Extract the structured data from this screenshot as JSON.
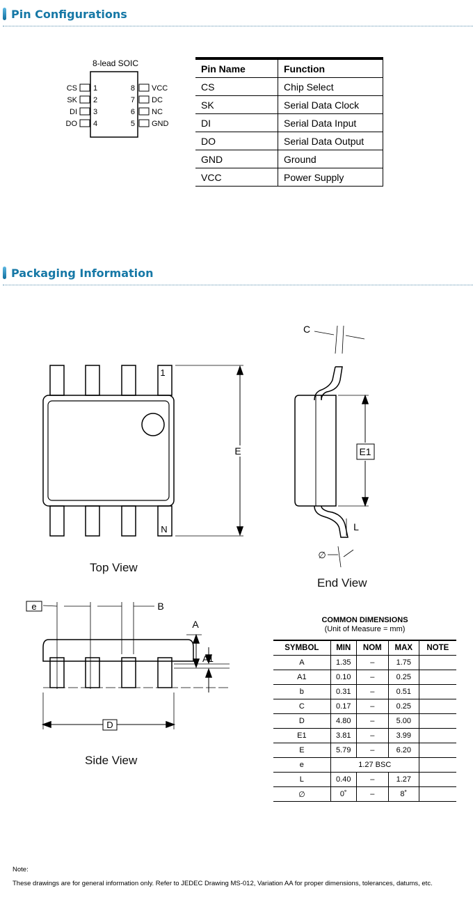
{
  "sections": {
    "pin_config": "Pin Configurations",
    "packaging": "Packaging Information"
  },
  "pinout": {
    "package": "8-lead SOIC",
    "left": [
      {
        "name": "CS",
        "num": "1"
      },
      {
        "name": "SK",
        "num": "2"
      },
      {
        "name": "DI",
        "num": "3"
      },
      {
        "name": "DO",
        "num": "4"
      }
    ],
    "right": [
      {
        "name": "VCC",
        "num": "8"
      },
      {
        "name": "DC",
        "num": "7"
      },
      {
        "name": "NC",
        "num": "6"
      },
      {
        "name": "GND",
        "num": "5"
      }
    ]
  },
  "pin_table": {
    "headers": [
      "Pin Name",
      "Function"
    ],
    "rows": [
      [
        "CS",
        "Chip Select"
      ],
      [
        "SK",
        "Serial Data Clock"
      ],
      [
        "DI",
        "Serial Data Input"
      ],
      [
        "DO",
        "Serial Data Output"
      ],
      [
        "GND",
        "Ground"
      ],
      [
        "VCC",
        "Power Supply"
      ]
    ]
  },
  "drawing": {
    "top_view": "Top View",
    "end_view": "End View",
    "side_view": "Side View",
    "labels": {
      "pin1": "1",
      "pinN": "N",
      "E": "E",
      "E1": "E1",
      "C": "C",
      "L": "L",
      "phi": "∅",
      "e": "e",
      "B": "B",
      "A": "A",
      "A1": "A1",
      "D": "D"
    }
  },
  "dims": {
    "title": "COMMON DIMENSIONS",
    "subtitle": "(Unit of Measure = mm)",
    "headers": [
      "SYMBOL",
      "MIN",
      "NOM",
      "MAX",
      "NOTE"
    ],
    "rows": [
      [
        "A",
        "1.35",
        "–",
        "1.75",
        ""
      ],
      [
        "A1",
        "0.10",
        "–",
        "0.25",
        ""
      ],
      [
        "b",
        "0.31",
        "–",
        "0.51",
        ""
      ],
      [
        "C",
        "0.17",
        "–",
        "0.25",
        ""
      ],
      [
        "D",
        "4.80",
        "–",
        "5.00",
        ""
      ],
      [
        "E1",
        "3.81",
        "–",
        "3.99",
        ""
      ],
      [
        "E",
        "5.79",
        "–",
        "6.20",
        ""
      ],
      [
        "L",
        "0.40",
        "–",
        "1.27",
        ""
      ],
      [
        "∅",
        "0˚",
        "–",
        "8˚",
        ""
      ]
    ],
    "e_row": {
      "symbol": "e",
      "value": "1.27 BSC"
    }
  },
  "note": {
    "label": "Note:",
    "text": "These drawings are for general information only. Refer to JEDEC Drawing MS-012, Variation AA for proper dimensions, tolerances, datums, etc."
  }
}
